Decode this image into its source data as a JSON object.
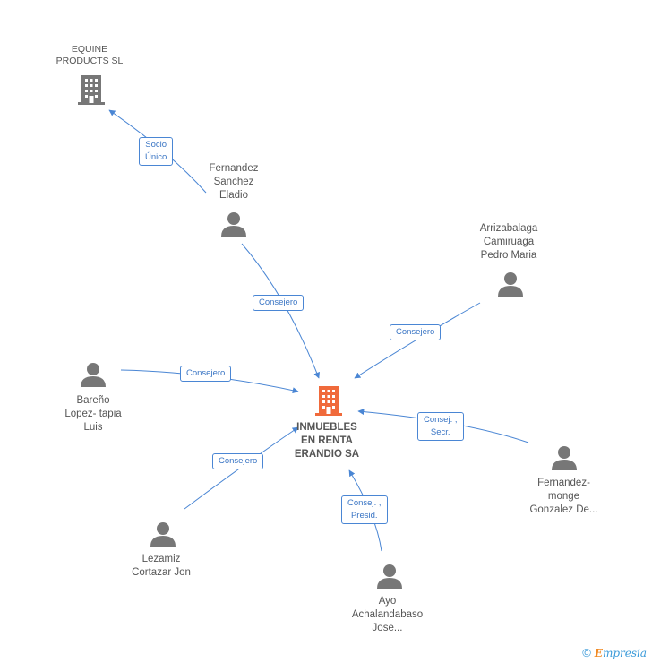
{
  "colors": {
    "edge": "#4a86d4",
    "person_icon": "#777777",
    "company_icon": "#777777",
    "main_company_icon": "#f06a3b"
  },
  "nodes": {
    "main": {
      "label": "INMUEBLES\nEN RENTA\nERANDIO SA",
      "icon": "building-icon"
    },
    "equine": {
      "label": "EQUINE\nPRODUCTS SL",
      "icon": "building-icon"
    },
    "fernandez_sanchez": {
      "label": "Fernandez\nSanchez\nEladio",
      "icon": "person-icon"
    },
    "arrizabalaga": {
      "label": "Arrizabalaga\nCamiruaga\nPedro Maria",
      "icon": "person-icon"
    },
    "bareno": {
      "label": "Bareño\nLopez- tapia\nLuis",
      "icon": "person-icon"
    },
    "fernandez_monge": {
      "label": "Fernandez-\nmonge\nGonzalez De...",
      "icon": "person-icon"
    },
    "lezamiz": {
      "label": "Lezamiz\nCortazar Jon",
      "icon": "person-icon"
    },
    "ayo": {
      "label": "Ayo\nAchalandabaso\nJose...",
      "icon": "person-icon"
    }
  },
  "edges": {
    "socio_unico": "Socio\nÚnico",
    "consejero_fernandez": "Consejero",
    "consejero_arrizabalaga": "Consejero",
    "consejero_bareno": "Consejero",
    "consej_secr": "Consej. ,\nSecr.",
    "consejero_lezamiz": "Consejero",
    "consej_presid": "Consej. ,\nPresid."
  },
  "footer": {
    "copyright": "©",
    "brand_e": "E",
    "brand_rest": "mpresia"
  }
}
